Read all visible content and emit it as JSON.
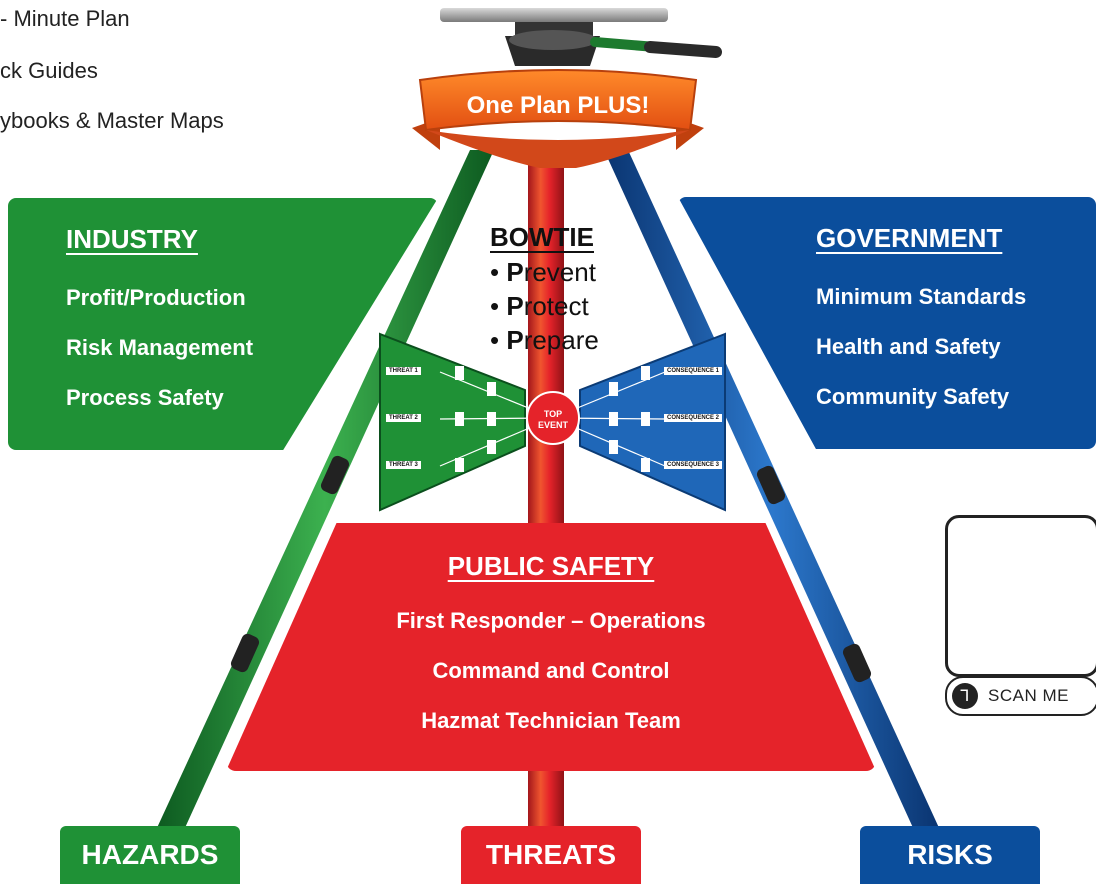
{
  "top_list": [
    "- Minute Plan",
    "ck Guides",
    "ybooks & Master Maps"
  ],
  "banner": "One Plan PLUS!",
  "industry": {
    "title": "INDUSTRY",
    "items": [
      "Profit/Production",
      "Risk Management",
      "Process Safety"
    ]
  },
  "government": {
    "title": "GOVERNMENT",
    "items": [
      "Minimum Standards",
      "Health and Safety",
      "Community Safety"
    ]
  },
  "bowtie": {
    "title": "BOWTIE",
    "items": [
      {
        "bullet": "•",
        "initial": "P",
        "rest": "revent"
      },
      {
        "bullet": "•",
        "initial": "P",
        "rest": "rotect"
      },
      {
        "bullet": "•",
        "initial": "P",
        "rest": "repare"
      }
    ],
    "threats": [
      "THREAT 1",
      "THREAT 2",
      "THREAT 3"
    ],
    "consequences": [
      "CONSEQUENCE 1",
      "CONSEQUENCE 2",
      "CONSEQUENCE 3"
    ],
    "top_event": [
      "TOP",
      "EVENT"
    ]
  },
  "public_safety": {
    "title": "PUBLIC SAFETY",
    "items": [
      "First Responder – Operations",
      "Command and Control",
      "Hazmat Technician Team"
    ]
  },
  "footer": {
    "hazards": "HAZARDS",
    "threats": "THREATS",
    "risks": "RISKS"
  },
  "qr": {
    "label": "SCAN ME",
    "icon": "pdf-icon"
  },
  "colors": {
    "green": "#1f9136",
    "red": "#e5232a",
    "blue": "#0b4e9c",
    "orange": "#f26a1b"
  }
}
